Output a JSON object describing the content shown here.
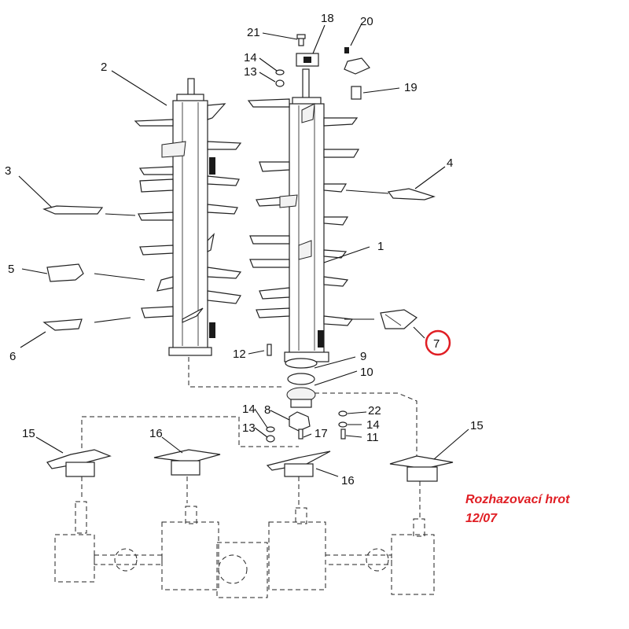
{
  "diagram": {
    "part_numbers": {
      "p1": "1",
      "p2": "2",
      "p3": "3",
      "p4": "4",
      "p5": "5",
      "p6": "6",
      "p7": "7",
      "p8": "8",
      "p9": "9",
      "p10": "10",
      "p11": "11",
      "p12": "12",
      "p13a": "13",
      "p13b": "13",
      "p14a": "14",
      "p14b": "14",
      "p14c": "14",
      "p15a": "15",
      "p15b": "15",
      "p16a": "16",
      "p16b": "16",
      "p17": "17",
      "p18": "18",
      "p19": "19",
      "p20": "20",
      "p21": "21",
      "p22": "22"
    },
    "highlight": {
      "part": "7",
      "color": "#e01e24"
    },
    "caption": {
      "line1": "Rozhazovací hrot",
      "line2": "12/07",
      "color": "#e01e24"
    }
  }
}
